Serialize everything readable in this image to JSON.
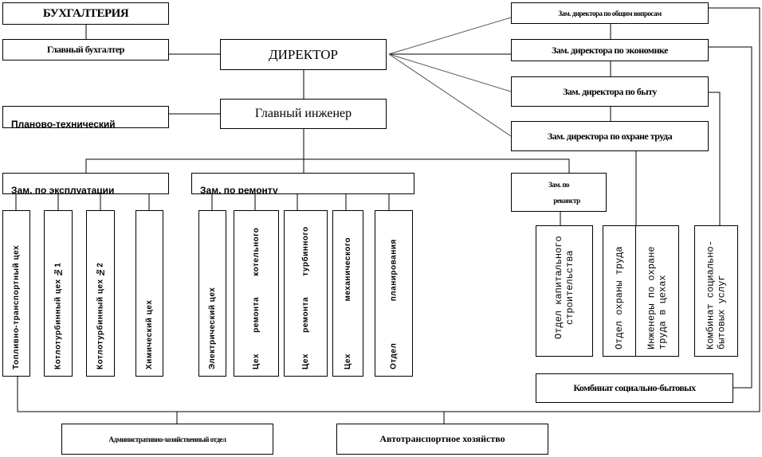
{
  "boxes": {
    "accounting": "БУХГАЛТЕРИЯ",
    "chief_accountant": "Главный бухгалтер",
    "director": "ДИРЕКТОР",
    "chief_engineer": "Главный инженер",
    "planning_technical": "Планово-технический",
    "deputy_operation": "Зам. по эксплуатации",
    "deputy_repair": "Зам. по ремонту",
    "deputy_general": "Зам. директора  по общим  вопросам",
    "deputy_economics": "Зам. директора по экономике",
    "deputy_household": "Зам. директора по быту",
    "deputy_safety": "Зам. директора по охране труда",
    "deputy_reconstruction_1": "Зам. по",
    "deputy_reconstruction_2": "реконстр",
    "social_complex": "Комбинат социально-бытовых",
    "admin_dept": "Административно-хозяйственный   отдел",
    "motor_transport": "Автотранспортное хозяйство"
  },
  "workshops": [
    "Топливно-транспортный   цех",
    "Котлотурбинный   цех №1",
    "Котлотурбинный   цех №2",
    "Химический   цех",
    "Электрический  цех",
    "Цех        ремонта        котельного",
    "Цех        ремонта        турбинного",
    "Цех                    механического",
    "Отдел                планирования"
  ],
  "right_units": {
    "capital_construction": "Отдел капитального строительства",
    "safety_dept": "Отдел охраны труда",
    "safety_engineers": "Инженеры по охране труда в цехах",
    "social_services": "Комбинат социально-бытовых услуг"
  }
}
